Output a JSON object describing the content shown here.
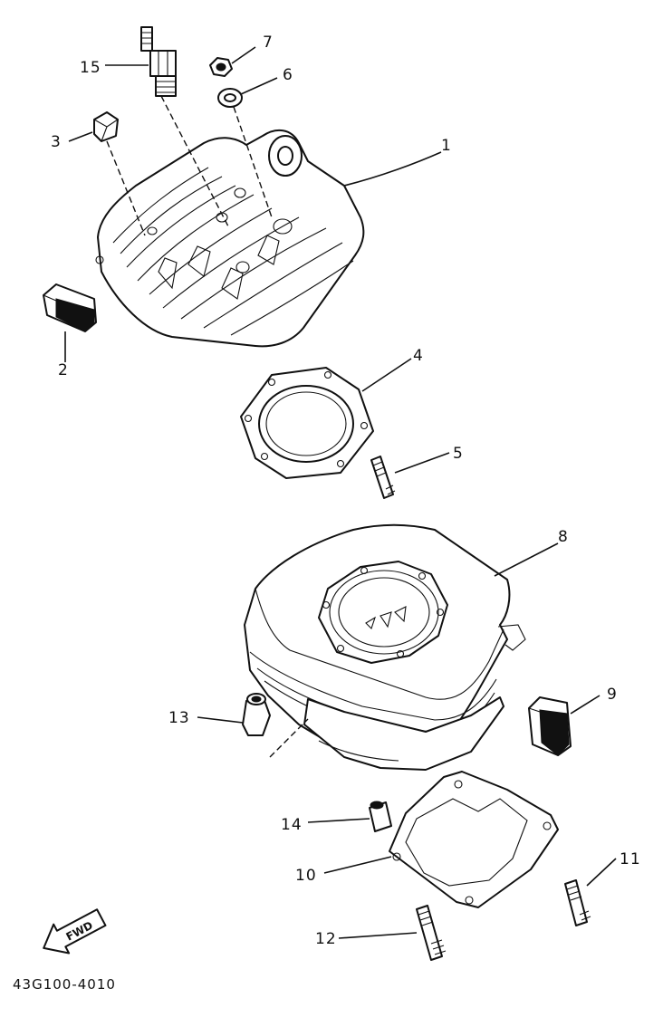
{
  "callouts": [
    {
      "id": "1",
      "label": "1",
      "part": "cylinder-head"
    },
    {
      "id": "2",
      "label": "2",
      "part": "damper"
    },
    {
      "id": "3",
      "label": "3",
      "part": "plug-cap-small"
    },
    {
      "id": "4",
      "label": "4",
      "part": "head-gasket"
    },
    {
      "id": "5",
      "label": "5",
      "part": "stud-bolt"
    },
    {
      "id": "6",
      "label": "6",
      "part": "washer"
    },
    {
      "id": "7",
      "label": "7",
      "part": "nut"
    },
    {
      "id": "8",
      "label": "8",
      "part": "cylinder"
    },
    {
      "id": "9",
      "label": "9",
      "part": "damper"
    },
    {
      "id": "10",
      "label": "10",
      "part": "cylinder-gasket"
    },
    {
      "id": "11",
      "label": "11",
      "part": "stud-bolt"
    },
    {
      "id": "12",
      "label": "12",
      "part": "stud-bolt"
    },
    {
      "id": "13",
      "label": "13",
      "part": "plug"
    },
    {
      "id": "14",
      "label": "14",
      "part": "dowel-pin"
    },
    {
      "id": "15",
      "label": "15",
      "part": "spark-plug"
    }
  ],
  "fwd_label": "FWD",
  "diagram_code": "43G100-4010"
}
